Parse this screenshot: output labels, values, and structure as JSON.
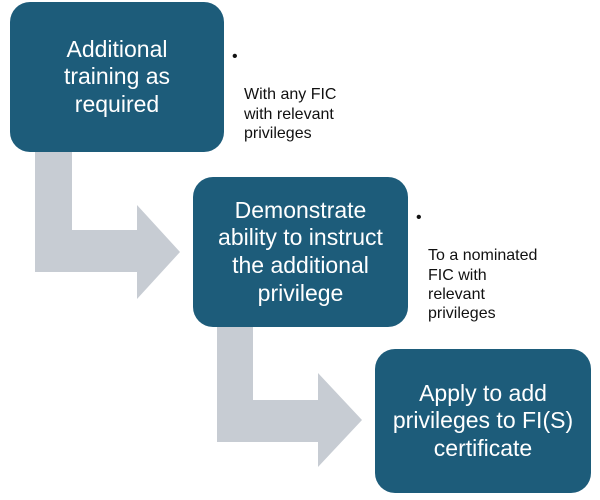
{
  "colors": {
    "box_fill": "#1d5c7a",
    "box_text": "#ffffff",
    "arrow_fill": "#c7ccd3",
    "note_text": "#111111"
  },
  "steps": [
    {
      "label": "Additional\ntraining as\nrequired"
    },
    {
      "label": "Demonstrate\nability to instruct\nthe additional\nprivilege"
    },
    {
      "label": "Apply to add\nprivileges to FI(S)\ncertificate"
    }
  ],
  "notes": [
    {
      "bullet": "•",
      "text": "With any FIC\nwith relevant\nprivileges"
    },
    {
      "bullet": "•",
      "text": "To a nominated\nFIC with\nrelevant\nprivileges"
    }
  ]
}
